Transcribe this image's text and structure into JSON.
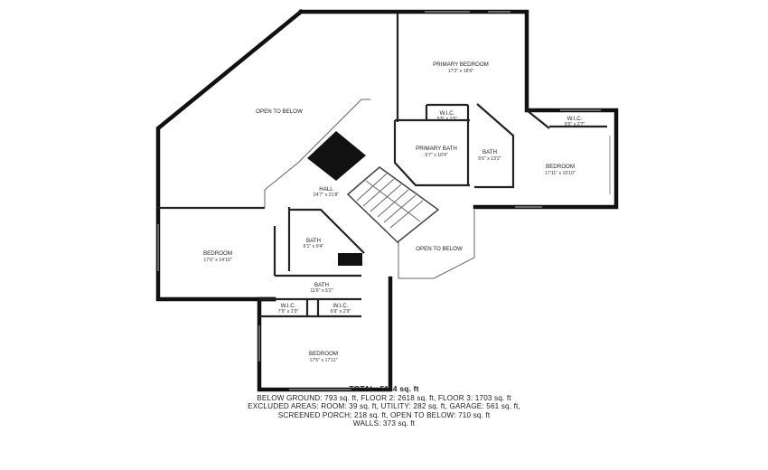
{
  "rooms": {
    "primary_bedroom": {
      "name": "PRIMARY BEDROOM",
      "dim": "17'2\" x 18'6\""
    },
    "wic_primary": {
      "name": "W.I.C.",
      "dim": "5'5\" x 2'5\""
    },
    "wic_right": {
      "name": "W.I.C.",
      "dim": "9'5\" x 2'7\""
    },
    "open_to_below_main": {
      "name": "OPEN TO BELOW"
    },
    "primary_bath": {
      "name": "PRIMARY BATH",
      "dim": "9'7\" x 10'4\""
    },
    "bath_primary": {
      "name": "BATH",
      "dim": "5'6\" x 13'2\""
    },
    "bedroom_right": {
      "name": "BEDROOM",
      "dim": "17'11\" x 15'10\""
    },
    "hall": {
      "name": "HALL",
      "dim": "24'7\" x 21'8\""
    },
    "open_to_below_small": {
      "name": "OPEN TO BELOW"
    },
    "bath_small": {
      "name": "BATH",
      "dim": "6'1\" x 9'4\""
    },
    "bedroom_left": {
      "name": "BEDROOM",
      "dim": "17'6\" x 14'10\""
    },
    "bath_lower": {
      "name": "BATH",
      "dim": "11'6\" x 5'2\""
    },
    "wic_lower_left": {
      "name": "W.I.C.",
      "dim": "7'9\" x 2'9\""
    },
    "wic_lower_right": {
      "name": "W.I.C.",
      "dim": "6'9\" x 2'9\""
    },
    "bedroom_bottom": {
      "name": "BEDROOM",
      "dim": "17'5\" x 17'11\""
    }
  },
  "summary": {
    "total": "TOTAL: 5114 sq. ft",
    "line1": "BELOW GROUND: 793 sq. ft, FLOOR 2: 2618 sq. ft, FLOOR 3: 1703 sq. ft",
    "line2": "EXCLUDED AREAS: ROOM: 39 sq. ft, UTILITY: 282 sq. ft, GARAGE: 561 sq. ft,",
    "line3": "SCREENED PORCH: 218 sq. ft, OPEN TO BELOW: 710 sq. ft",
    "line4": "WALLS: 373 sq. ft"
  }
}
